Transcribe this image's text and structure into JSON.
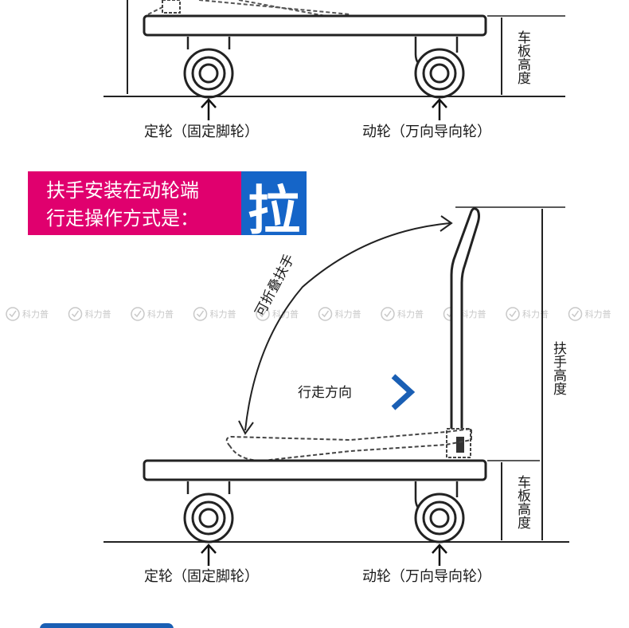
{
  "diagram": {
    "top": {
      "fixed_wheel_label": "定轮（固定脚轮）",
      "moving_wheel_label": "动轮（万向导向轮）",
      "deck_height_label": "车板高度"
    },
    "banner": {
      "line1": "扶手安装在动轮端",
      "line2": "行走操作方式是：",
      "action": "拉",
      "bg_color": "#e0006e",
      "action_bg_color": "#1565c8"
    },
    "bottom": {
      "fold_handle_label": "可折叠扶手",
      "direction_label": "行走方向",
      "handle_height_label": "扶手高度",
      "deck_height_label": "车板高度",
      "fixed_wheel_label": "定轮（固定脚轮）",
      "moving_wheel_label": "动轮（万向导向轮）",
      "arrow_color": "#1a5fb4"
    },
    "watermark": {
      "text": "科力普",
      "icon": "checkmark-circle-icon"
    }
  }
}
